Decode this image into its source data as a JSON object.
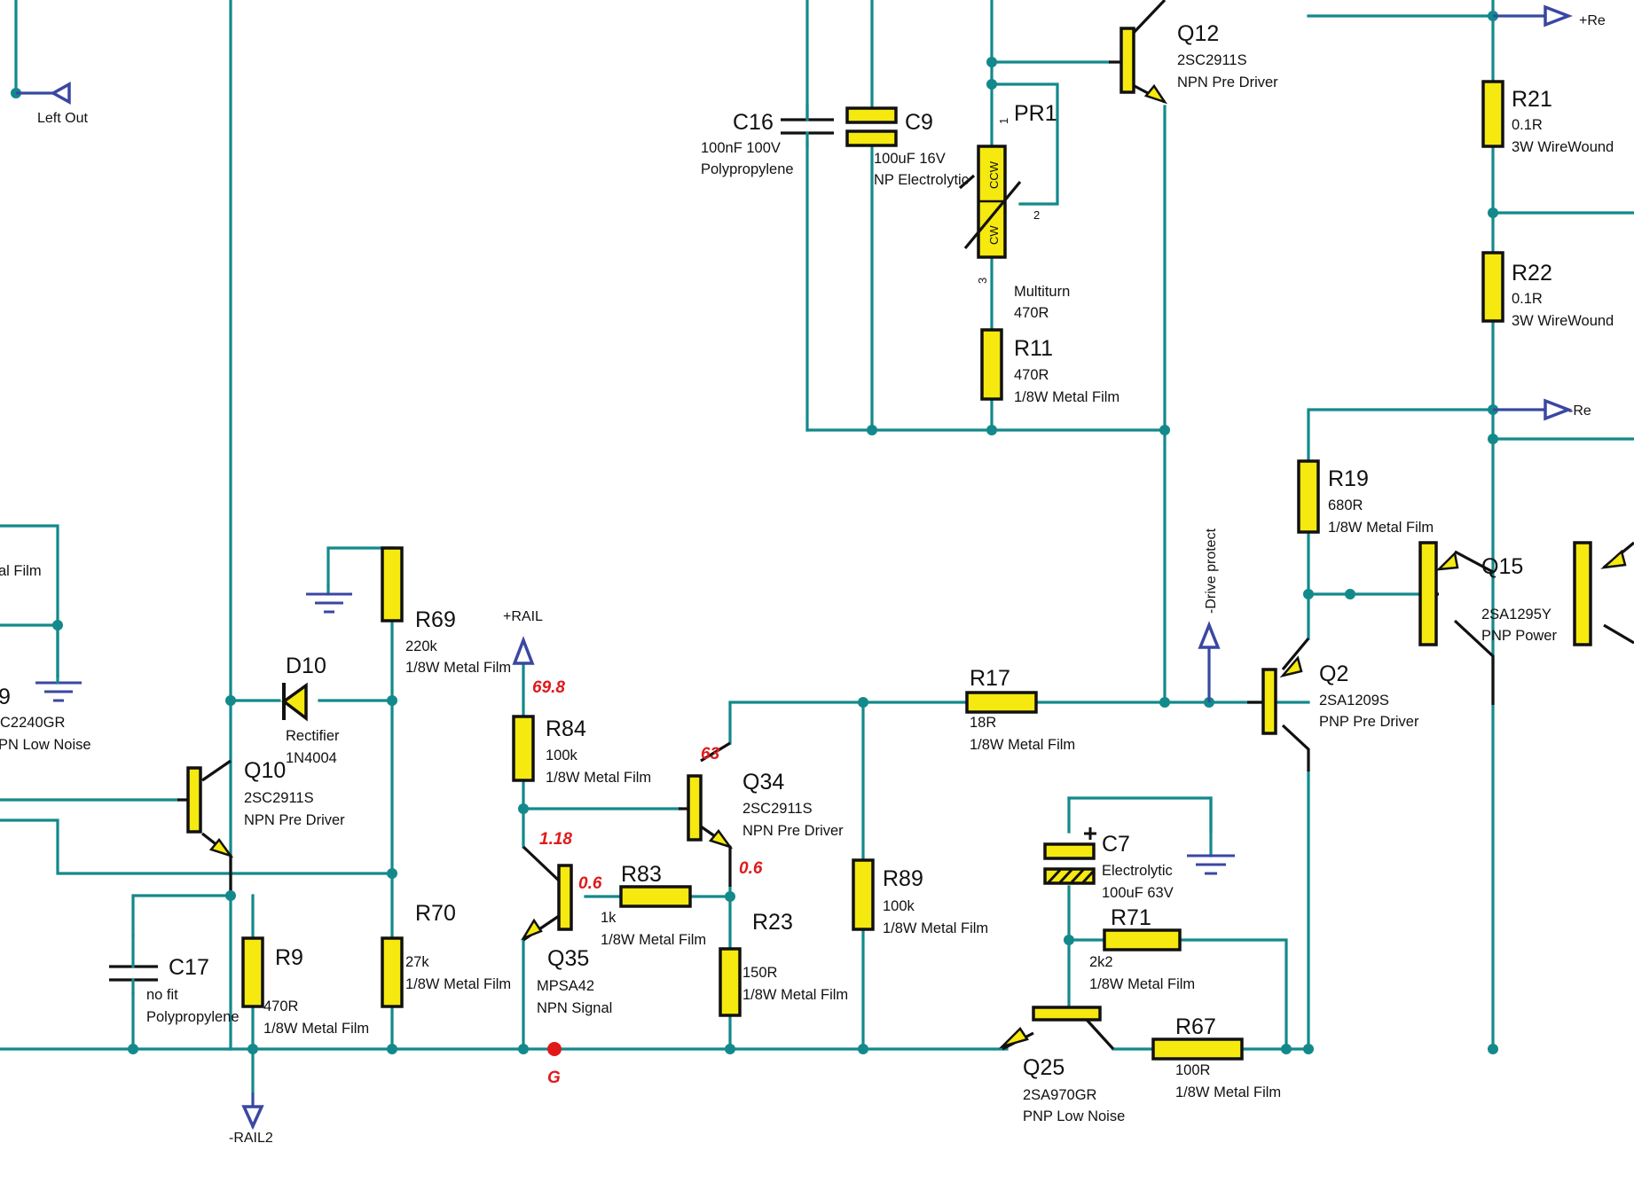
{
  "colors": {
    "wire": "#13898b",
    "component_fill": "#f5e90f",
    "port": "#3a47a3",
    "voltage": "#e0191b"
  },
  "ports": {
    "left_out": "Left Out",
    "plus_re": "+Re",
    "minus_re": "-Re",
    "plus_rail": "+RAIL",
    "minus_rail2": "-RAIL2",
    "drive_protect": "-Drive protect"
  },
  "ground_marker": "G",
  "voltages": {
    "r84_top": "69.8",
    "q34_c": "63",
    "q35_b": "1.18",
    "q35_c": "0.6",
    "q34_e": "0.6"
  },
  "components": {
    "C16": {
      "ref": "C16",
      "v1": "100nF 100V",
      "v2": "Polypropylene"
    },
    "C9": {
      "ref": "C9",
      "v1": "100uF 16V",
      "v2": "NP Electrolytic"
    },
    "PR1": {
      "ref": "PR1",
      "v1": "Multiturn",
      "v2": "470R",
      "pin1": "1",
      "pin2": "2",
      "pin3": "3",
      "ccw": "CCW",
      "cw": "CW"
    },
    "R11": {
      "ref": "R11",
      "v1": "470R",
      "v2": "1/8W Metal Film"
    },
    "Q12": {
      "ref": "Q12",
      "v1": "2SC2911S",
      "v2": "NPN Pre Driver"
    },
    "R21": {
      "ref": "R21",
      "v1": "0.1R",
      "v2": "3W WireWound"
    },
    "R22": {
      "ref": "R22",
      "v1": "0.1R",
      "v2": "3W WireWound"
    },
    "R19": {
      "ref": "R19",
      "v1": "680R",
      "v2": "1/8W Metal Film"
    },
    "Q15": {
      "ref": "Q15",
      "v1": "2SA1295Y",
      "v2": "PNP Power"
    },
    "Q2": {
      "ref": "Q2",
      "v1": "2SA1209S",
      "v2": "PNP Pre Driver"
    },
    "R17": {
      "ref": "R17",
      "v1": "18R",
      "v2": "1/8W Metal Film"
    },
    "R89": {
      "ref": "R89",
      "v1": "100k",
      "v2": "1/8W Metal Film"
    },
    "C7": {
      "ref": "C7",
      "v1": "Electrolytic",
      "v2": "100uF 63V"
    },
    "R71": {
      "ref": "R71",
      "v1": "2k2",
      "v2": "1/8W Metal Film"
    },
    "R67": {
      "ref": "R67",
      "v1": "100R",
      "v2": "1/8W Metal Film"
    },
    "Q25": {
      "ref": "Q25",
      "v1": "2SA970GR",
      "v2": "PNP Low Noise"
    },
    "R84": {
      "ref": "R84",
      "v1": "100k",
      "v2": "1/8W Metal Film"
    },
    "Q34": {
      "ref": "Q34",
      "v1": "2SC2911S",
      "v2": "NPN Pre Driver"
    },
    "R83": {
      "ref": "R83",
      "v1": "1k",
      "v2": "1/8W Metal Film"
    },
    "R23": {
      "ref": "R23",
      "v1": "150R",
      "v2": "1/8W Metal Film"
    },
    "Q35": {
      "ref": "Q35",
      "v1": "MPSA42",
      "v2": "NPN Signal"
    },
    "R69": {
      "ref": "R69",
      "v1": "220k",
      "v2": "1/8W Metal Film"
    },
    "D10": {
      "ref": "D10",
      "v1": "Rectifier",
      "v2": "1N4004"
    },
    "R70": {
      "ref": "R70",
      "v1": "27k",
      "v2": "1/8W Metal Film"
    },
    "Q10": {
      "ref": "Q10",
      "v1": "2SC2911S",
      "v2": "NPN Pre Driver"
    },
    "C17": {
      "ref": "C17",
      "v1": "no fit",
      "v2": "Polypropylene"
    },
    "R9": {
      "ref": "R9",
      "v1": "470R",
      "v2": "1/8W Metal Film"
    },
    "partial_left": {
      "film": "al Film",
      "qref": "9",
      "qv1": "C2240GR",
      "qv2": "PN Low Noise"
    }
  }
}
